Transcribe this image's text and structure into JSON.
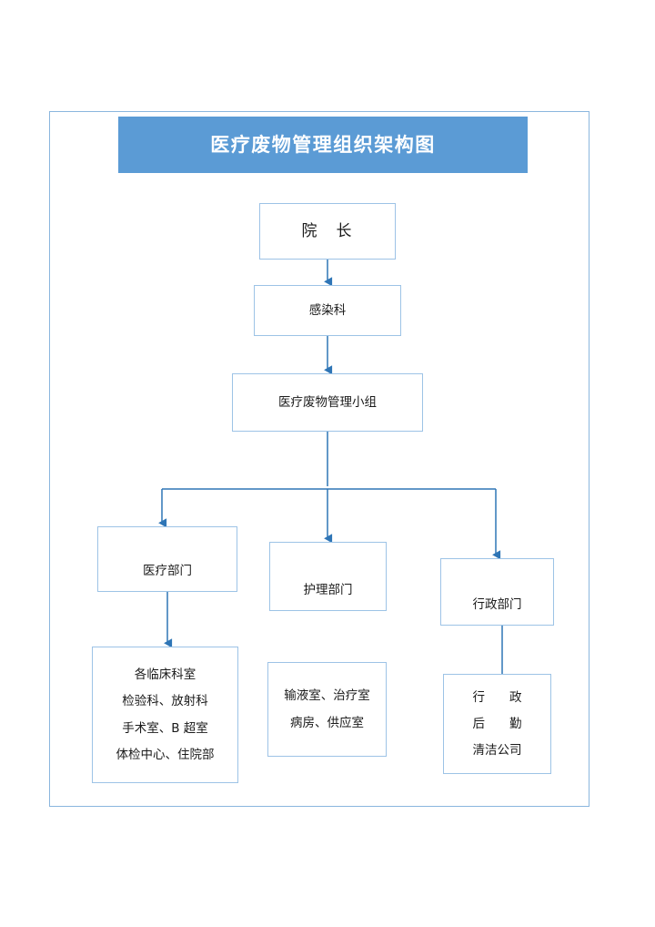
{
  "document": {
    "title": "医疗废物管理组织架构图",
    "frame_border_color": "#8ab6de",
    "banner_color": "#5b9bd5",
    "banner_text_color": "#ffffff",
    "node_border_color": "#9dc3e6",
    "connector_color": "#2e75b6"
  },
  "chart_data": {
    "type": "diagram",
    "subtype": "organization-chart",
    "title": "医疗废物管理组织架构图",
    "orientation": "top-down",
    "nodes": [
      {
        "id": "director",
        "label": "院　长",
        "level": 0
      },
      {
        "id": "infection",
        "label": "感染科",
        "level": 1
      },
      {
        "id": "waste_group",
        "label": "医疗废物管理小组",
        "level": 2
      },
      {
        "id": "medical_dept",
        "label": "医疗部门",
        "level": 3
      },
      {
        "id": "nursing_dept",
        "label": "护理部门",
        "level": 3
      },
      {
        "id": "admin_dept",
        "label": "行政部门",
        "level": 3
      },
      {
        "id": "medical_list",
        "label": "各临床科室 / 检验科、放射科 / 手术室、B 超室 / 体检中心、住院部",
        "level": 4
      },
      {
        "id": "nursing_list",
        "label": "输液室、治疗室 / 病房、供应室",
        "level": 4
      },
      {
        "id": "admin_list",
        "label": "行　政 / 后　勤 / 清洁公司",
        "level": 4
      }
    ],
    "edges": [
      {
        "from": "director",
        "to": "infection"
      },
      {
        "from": "infection",
        "to": "waste_group"
      },
      {
        "from": "waste_group",
        "to": "medical_dept"
      },
      {
        "from": "waste_group",
        "to": "nursing_dept"
      },
      {
        "from": "waste_group",
        "to": "admin_dept"
      },
      {
        "from": "medical_dept",
        "to": "medical_list"
      },
      {
        "from": "admin_dept",
        "to": "admin_list"
      }
    ]
  },
  "nodes": {
    "director": {
      "line1": "院　长"
    },
    "infection": {
      "line1": "感染科"
    },
    "waste_group": {
      "line1": "医疗废物管理小组"
    },
    "medical_dept": {
      "line1": "医疗部门"
    },
    "nursing_dept": {
      "line1": "护理部门"
    },
    "admin_dept": {
      "line1": "行政部门"
    },
    "medical_list": {
      "line1": "各临床科室",
      "line2": "检验科、放射科",
      "line3": "手术室、B 超室",
      "line4": "体检中心、住院部"
    },
    "nursing_list": {
      "line1": "输液室、治疗室",
      "line2": "病房、供应室"
    },
    "admin_list": {
      "line1": "行　　政",
      "line2": "后　　勤",
      "line3": "清洁公司"
    }
  }
}
